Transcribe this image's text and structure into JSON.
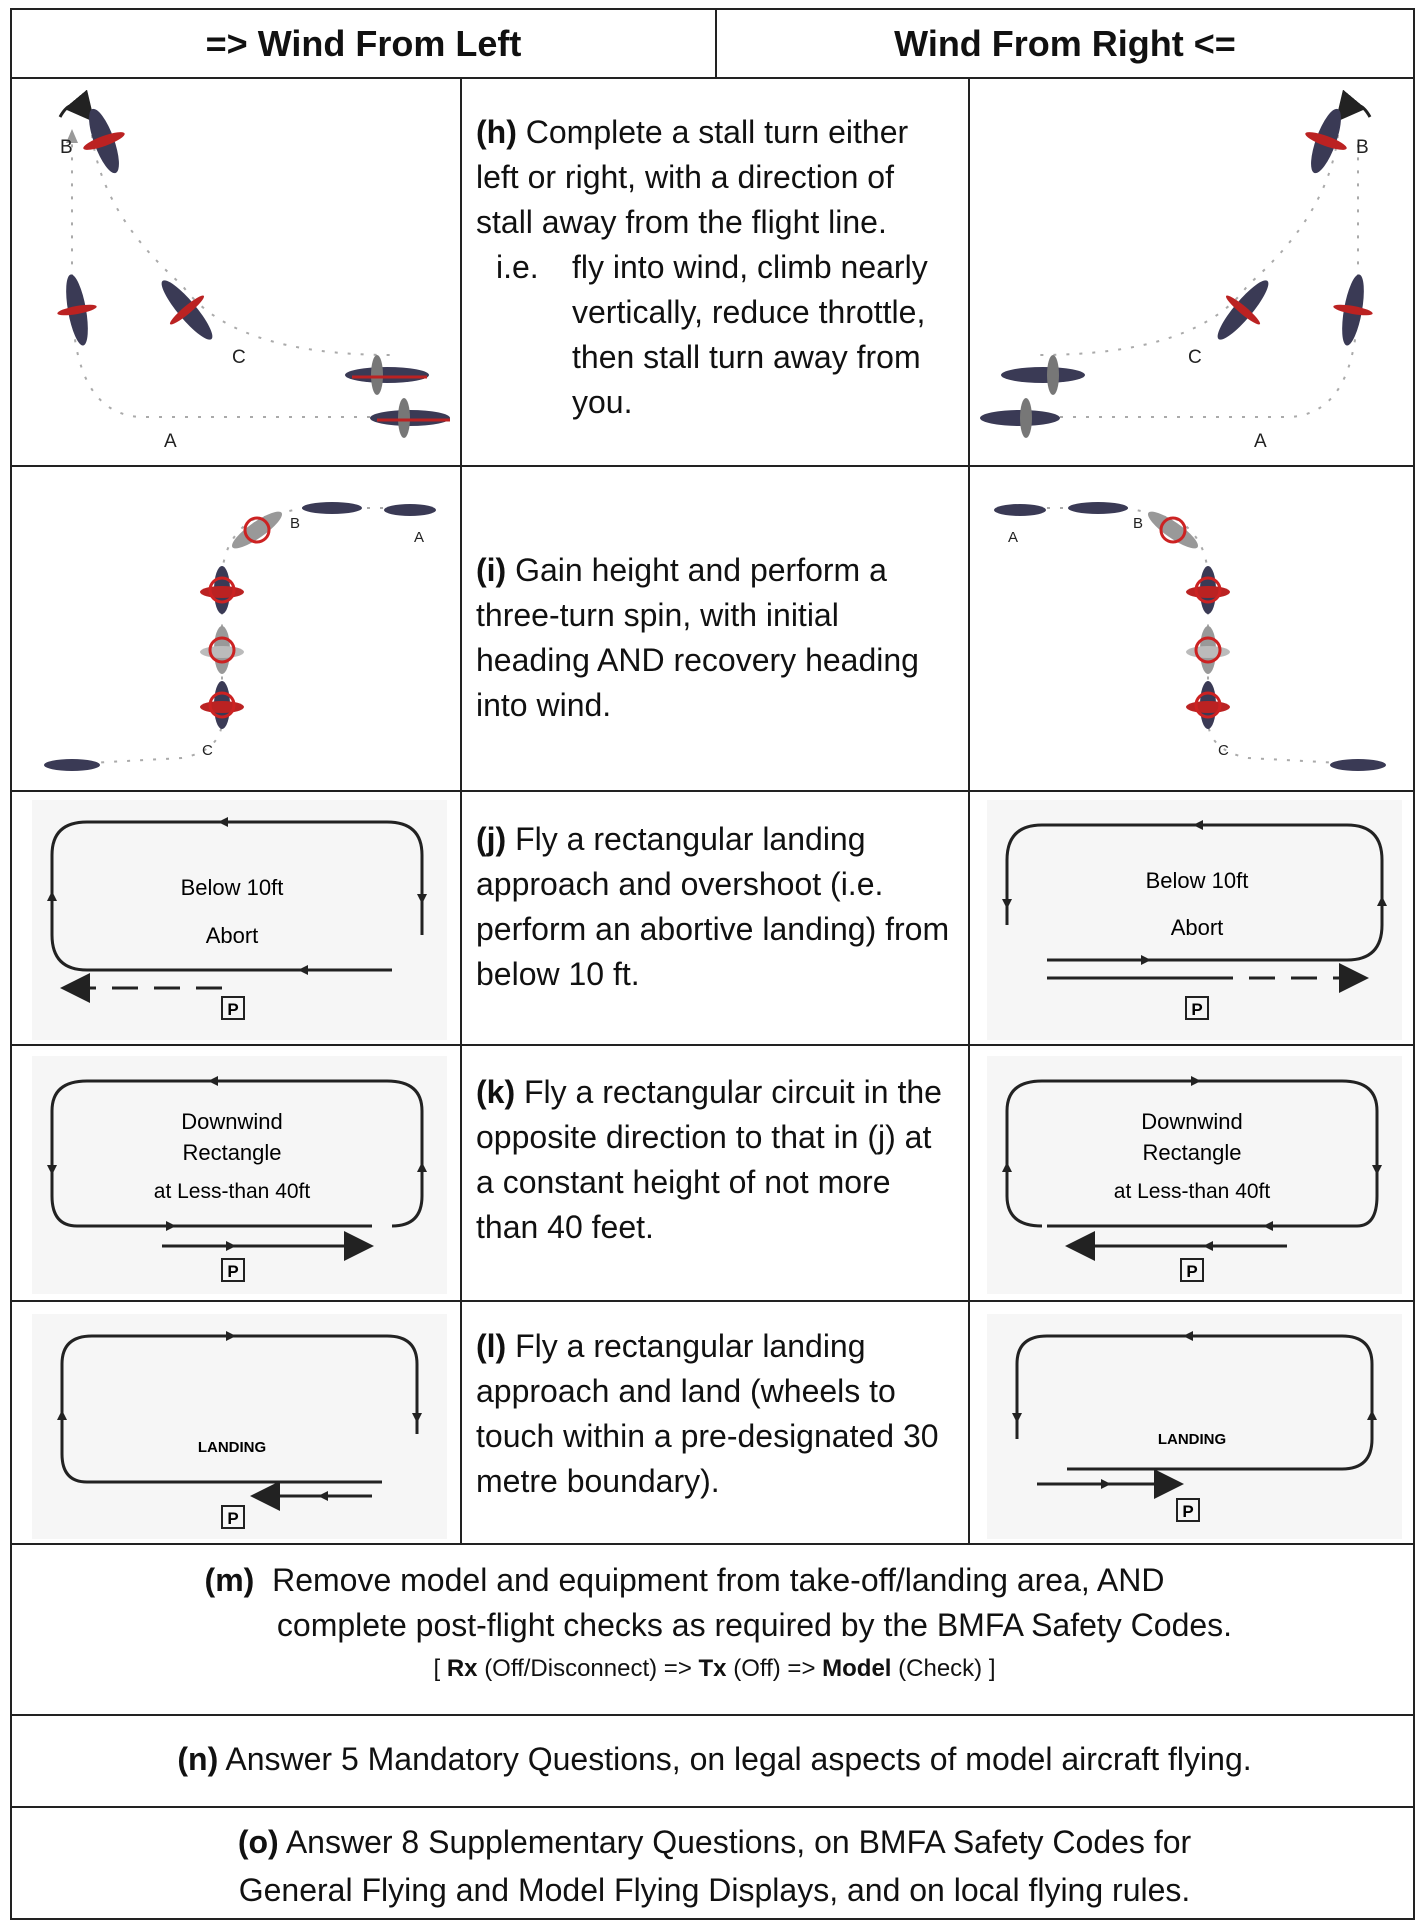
{
  "header": {
    "left": "=> Wind From Left",
    "right": "Wind From Right <="
  },
  "rows": {
    "h": {
      "tag": "(h)",
      "text": "Complete a stall turn either left or right, with a direction of stall away from the flight line.",
      "ie_label": "i.e.",
      "ie_text": "fly into wind, climb nearly vertically, reduce throttle, then stall turn away from you.",
      "labels": {
        "a": "A",
        "b": "B",
        "c": "C"
      }
    },
    "i": {
      "tag": "(i)",
      "text": "Gain height and perform a three-turn spin, with initial heading AND recovery heading into wind.",
      "labels": {
        "a": "A",
        "b": "B",
        "c": "C"
      }
    },
    "j": {
      "tag": "(j)",
      "text": "Fly a rectangular landing approach and overshoot (i.e. perform an abortive landing) from below 10 ft.",
      "diagram_line1": "Below 10ft",
      "diagram_line2": "Abort",
      "marker": "P"
    },
    "k": {
      "tag": "(k)",
      "text": "Fly a rectangular circuit in the opposite direction to that in (j) at a constant height of not more than 40 feet.",
      "diagram_line1": "Downwind",
      "diagram_line2": "Rectangle",
      "diagram_line3": "at Less-than 40ft",
      "marker": "P"
    },
    "l": {
      "tag": "(l)",
      "text": "Fly a rectangular landing approach and land (wheels to touch within a pre-designated 30 metre boundary).",
      "diagram_line1": "LANDING",
      "marker": "P"
    },
    "m": {
      "tag": "(m)",
      "line1": "Remove model and equipment from take-off/landing area, AND",
      "line2": "complete post-flight checks as required by the BMFA Safety Codes.",
      "seq": {
        "open": "[",
        "rx": "Rx",
        "rx_note": "(Off/Disconnect) =>",
        "tx": "Tx",
        "tx_note": "(Off) =>",
        "model": "Model",
        "model_note": "(Check) ]"
      }
    },
    "n": {
      "tag": "(n)",
      "text": "Answer 5 Mandatory Questions, on legal aspects of model aircraft flying."
    },
    "o": {
      "tag": "(o)",
      "line1": "Answer 8 Supplementary Questions, on BMFA Safety Codes for",
      "line2": "General Flying and Model Flying Displays, and on local flying rules."
    }
  }
}
